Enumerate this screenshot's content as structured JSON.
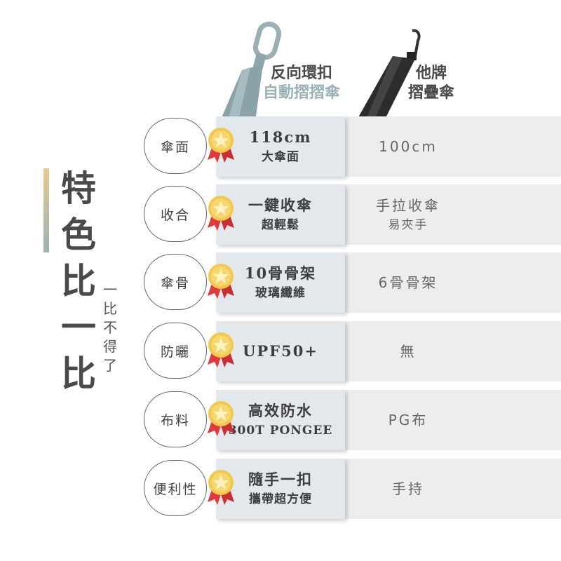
{
  "title": {
    "main": [
      "特",
      "色",
      "比",
      "一",
      "比"
    ],
    "sub": [
      "一",
      "比",
      "不",
      "得",
      "了"
    ]
  },
  "columns": {
    "ours": {
      "line1": "反向環扣",
      "line2": "自動摺摺傘"
    },
    "other": {
      "line1": "他牌",
      "line2": "摺疊傘"
    }
  },
  "rows": [
    {
      "feature": "傘面",
      "ours": [
        "118cm",
        "大傘面"
      ],
      "other": [
        "100cm"
      ]
    },
    {
      "feature": "收合",
      "ours": [
        "一鍵收傘",
        "超輕鬆"
      ],
      "other": [
        "手拉收傘",
        "易夾手"
      ]
    },
    {
      "feature": "傘骨",
      "ours": [
        "10骨骨架",
        "玻璃纖維"
      ],
      "other": [
        "6骨骨架"
      ]
    },
    {
      "feature": "防曬",
      "ours": [
        "UPF50+"
      ],
      "other": [
        "無"
      ]
    },
    {
      "feature": "布料",
      "ours": [
        "高效防水",
        "300T PONGEE"
      ],
      "other": [
        "PG布"
      ]
    },
    {
      "feature": "便利性",
      "ours": [
        "隨手一扣",
        "攜帶超方便"
      ],
      "other": [
        "手持"
      ]
    }
  ],
  "colors": {
    "accent_blue": "#9ab1b6",
    "accent_gold": "#e8c98e",
    "ours_cell": "#e2e8ec",
    "other_cell": "#ededed",
    "medal_gold": "#f2c94c",
    "ribbon_red": "#e0393e"
  },
  "icons": {
    "medal": "medal-icon",
    "umbrella_ours": "blue-umbrella-ring-handle-image",
    "umbrella_other": "black-folded-umbrella-image"
  }
}
